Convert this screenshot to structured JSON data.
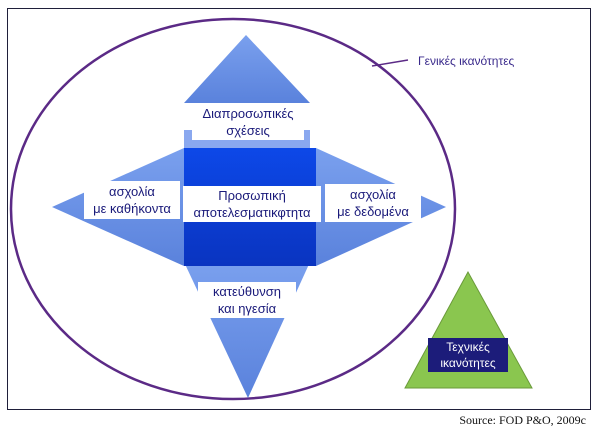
{
  "diagram": {
    "general_competencies": "Γενικές ικανότητες",
    "interpersonal": "Διαπροσωπικές\nσχέσεις",
    "personal_effectiveness": "Προσωπική\nαποτελεσματικφτητα",
    "task_work": "ασχολία\nμε καθήκοντα",
    "data_work": "ασχολία\nμε δεδομένα",
    "leadership": "κατεύθυνση\nκαι ηγεσία",
    "technical_competencies": "Τεχνικές\nικανότητες",
    "source": "Source: FOD P&O, 2009c"
  },
  "colors": {
    "frame": "#1f1f3a",
    "ellipse": "#5b2a86",
    "triangle": "#6f93e6",
    "center": "#0a3fd8",
    "technical_triangle": "#8ac64f",
    "label_text": "#1a1a7a"
  }
}
